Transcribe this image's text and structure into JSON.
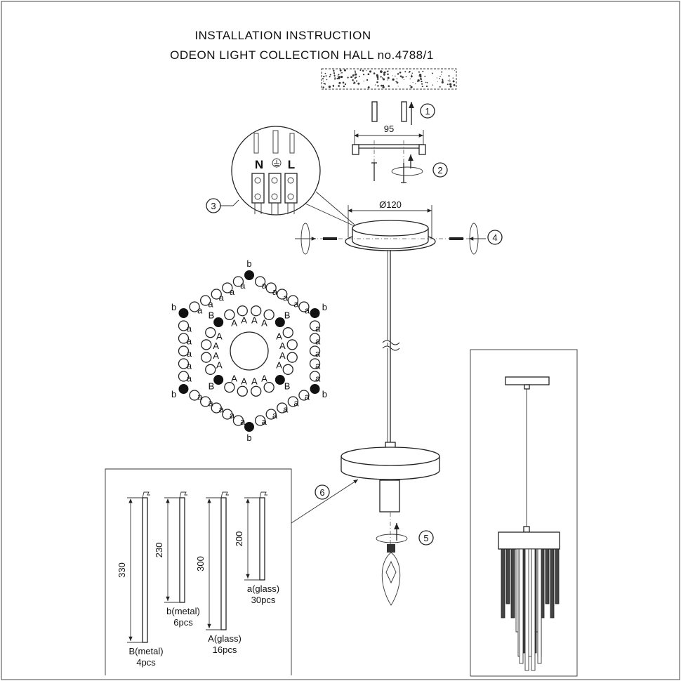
{
  "header": {
    "title": "INSTALLATION  INSTRUCTION",
    "subtitle": "ODEON  LIGHT  COLLECTION HALL  no.4788/1"
  },
  "steps": [
    "1",
    "2",
    "3",
    "4",
    "5",
    "6"
  ],
  "dimensions": {
    "bracket": "95",
    "canopy": "Ø120"
  },
  "terminals": {
    "neutral": "N",
    "live": "L"
  },
  "layout_legend": {
    "outer_metal": "b",
    "outer_glass": "a",
    "inner_metal": "B",
    "inner_glass": "A"
  },
  "parts": [
    {
      "length": "330",
      "name": "B(metal)",
      "qty": "4pcs"
    },
    {
      "length": "230",
      "name": "b(metal)",
      "qty": "6pcs"
    },
    {
      "length": "300",
      "name": "A(glass)",
      "qty": "16pcs"
    },
    {
      "length": "200",
      "name": "a(glass)",
      "qty": "30pcs"
    }
  ]
}
